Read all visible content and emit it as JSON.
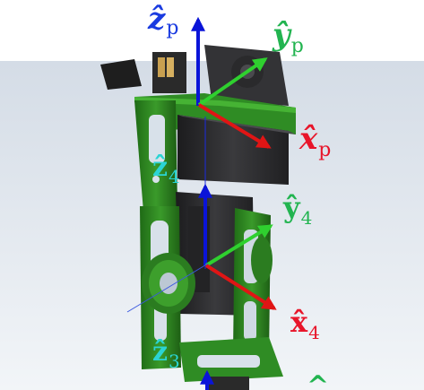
{
  "frames": {
    "p": {
      "z": {
        "base": "z",
        "hat": "̂",
        "sub": "p"
      },
      "y": {
        "base": "y",
        "hat": "̂",
        "sub": "p"
      },
      "x": {
        "base": "x",
        "hat": "̂",
        "sub": "p"
      }
    },
    "four": {
      "z": {
        "base": "z",
        "hat": "̂",
        "sub": "4"
      },
      "y": {
        "base": "y",
        "hat": "̂",
        "sub": "4"
      },
      "x": {
        "base": "x",
        "hat": "̂",
        "sub": "4"
      }
    },
    "three": {
      "z": {
        "base": "z",
        "hat": "̂",
        "sub": "3"
      }
    },
    "hat_fragment": "^"
  },
  "colors": {
    "z_axis": "#0a14d8",
    "y_axis": "#2fd02f",
    "x_axis": "#e01515",
    "label_z": "#1a3be0",
    "label_y": "#22b450",
    "label_x": "#e8152a",
    "label_z4": "#2bd4d4",
    "background": "#ffffff",
    "sky": "#dfe6ee",
    "bracket_green": "#2d8a22",
    "servo_dark": "#2c2c2e"
  }
}
